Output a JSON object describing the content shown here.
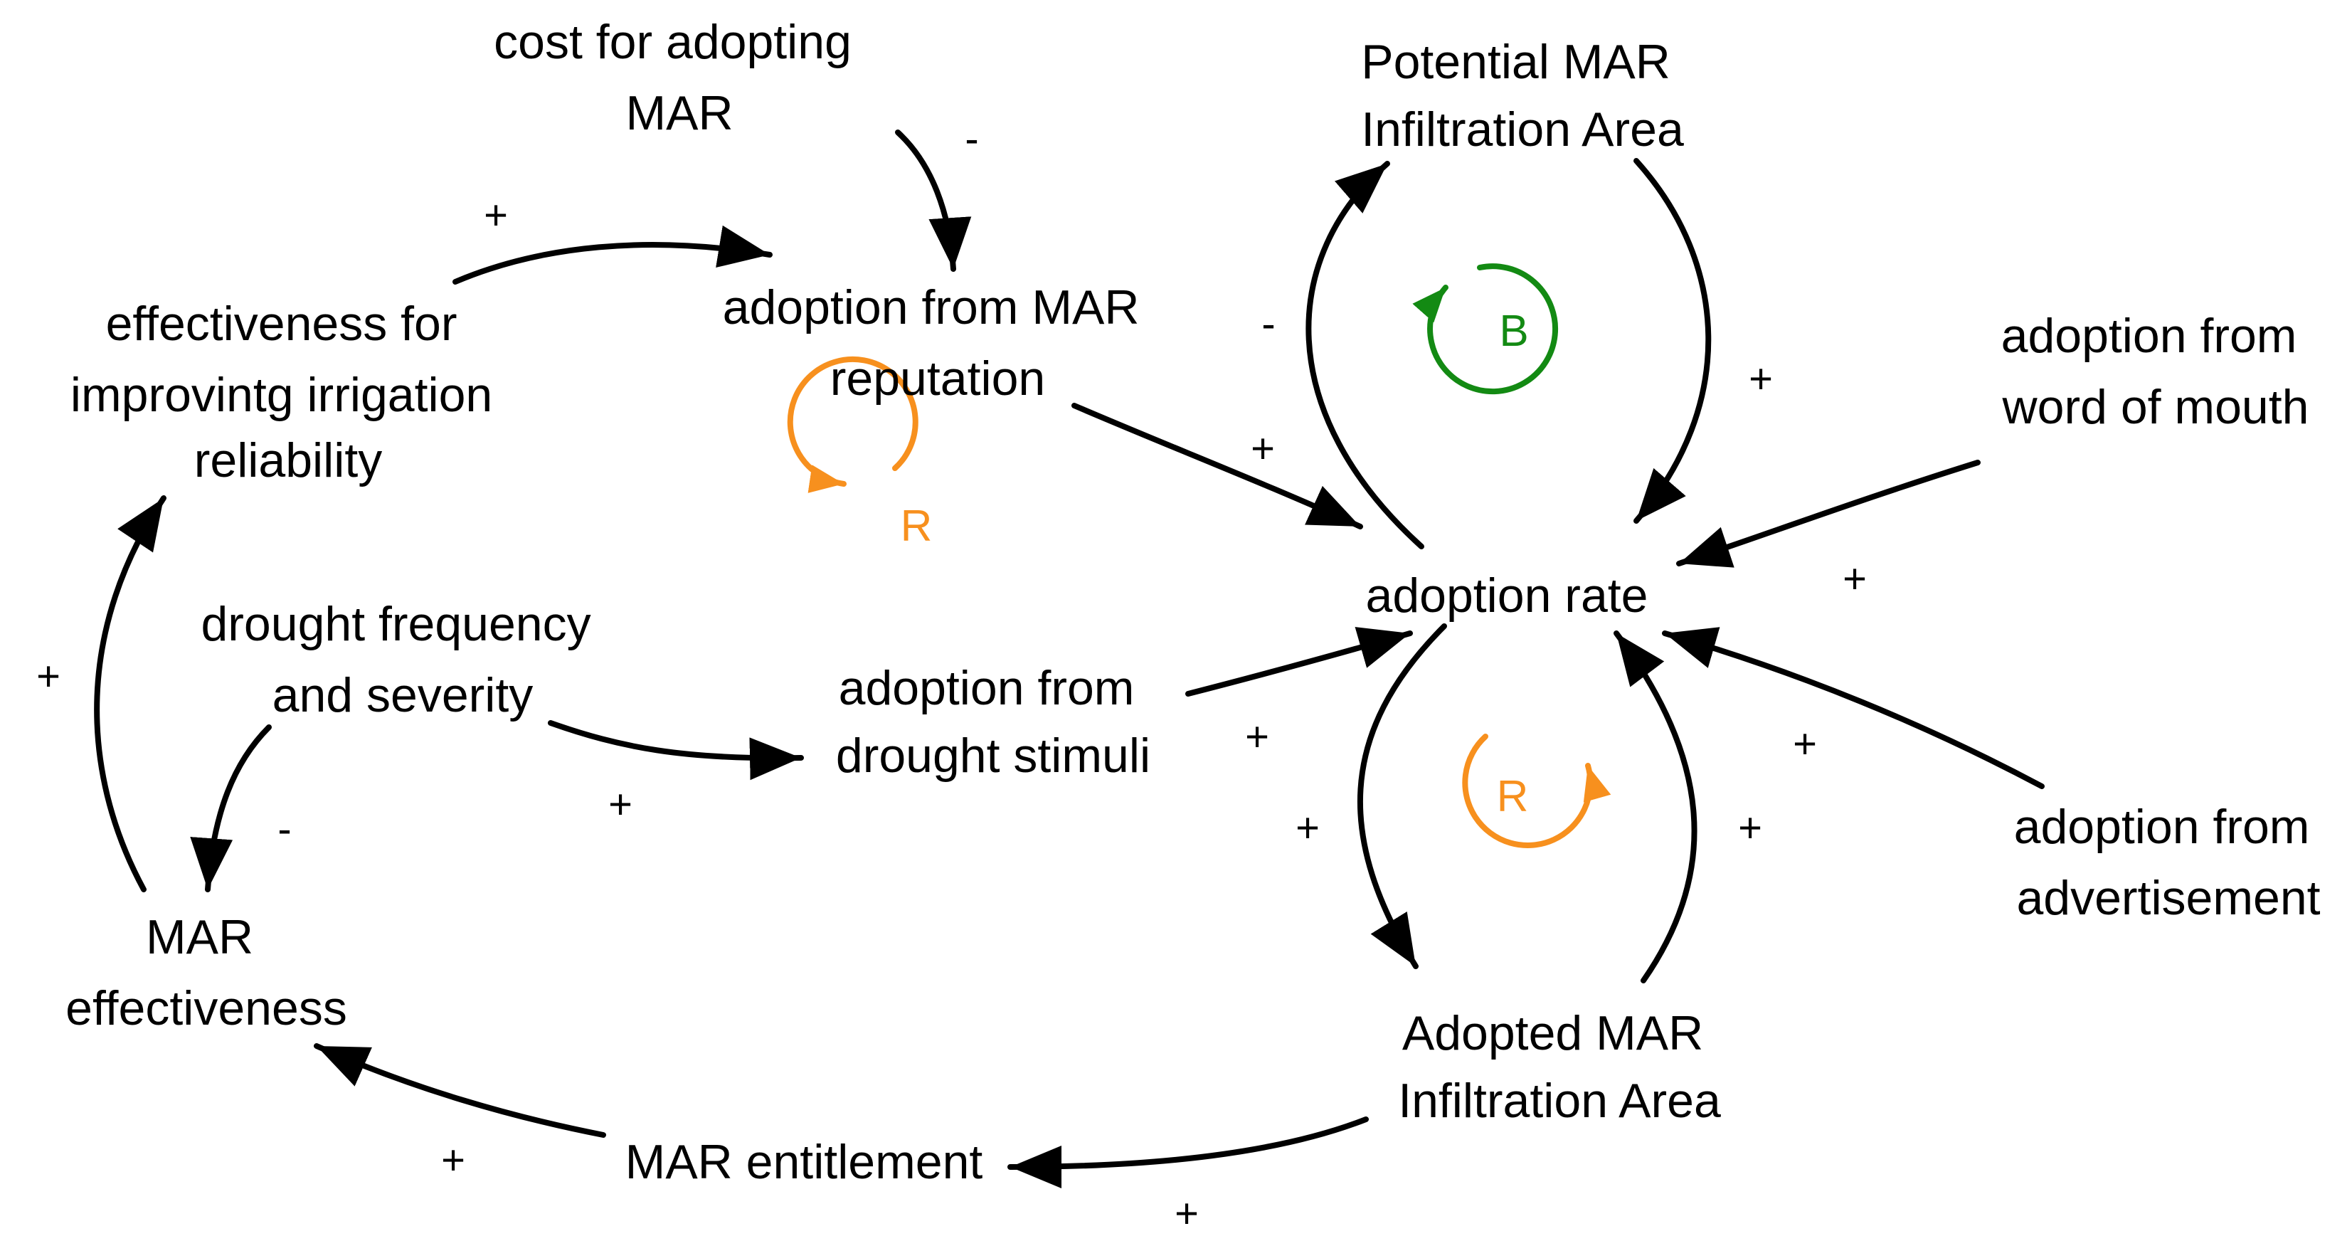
{
  "colors": {
    "arrow": "#000000",
    "loop_reinforcing": "#f7901e",
    "loop_balancing": "#138a13"
  },
  "nodes": {
    "cost_adopting": [
      "cost for adopting",
      "MAR"
    ],
    "adoption_reputation": [
      "adoption from MAR",
      "reputation"
    ],
    "effectiveness_irrigation": [
      "effectiveness for",
      "improvintg irrigation",
      "reliability"
    ],
    "drought_frequency": [
      "drought frequency",
      "and severity"
    ],
    "adoption_drought": [
      "adoption from",
      "drought stimuli"
    ],
    "mar_effectiveness": [
      "MAR",
      "effectiveness"
    ],
    "mar_entitlement": [
      "MAR entitlement"
    ],
    "potential_area": [
      "Potential MAR",
      "Infiltration Area"
    ],
    "adoption_rate": [
      "adoption rate"
    ],
    "adopted_area": [
      "Adopted MAR",
      "Infiltration Area"
    ],
    "adoption_word": [
      "adoption from",
      "word of mouth"
    ],
    "adoption_advertisement": [
      "adoption from",
      "advertisement"
    ]
  },
  "polarities": {
    "cost_to_reputation": "-",
    "effectiveness_to_reputation": "+",
    "reputation_to_rate": "+",
    "rate_to_potential": "-",
    "potential_to_rate": "+",
    "word_to_rate": "+",
    "drought_freq_to_drought_adoption": "+",
    "drought_freq_to_mar_effectiveness": "-",
    "mar_effectiveness_to_irrigation": "+",
    "drought_adoption_to_rate": "+",
    "rate_to_adopted": "+",
    "adopted_to_rate": "+",
    "advertisement_to_rate": "+",
    "adopted_to_entitlement": "+",
    "entitlement_to_mar_effectiveness": "+"
  },
  "loops": {
    "reputation_loop": "R",
    "potential_loop": "B",
    "adopted_loop": "R"
  }
}
